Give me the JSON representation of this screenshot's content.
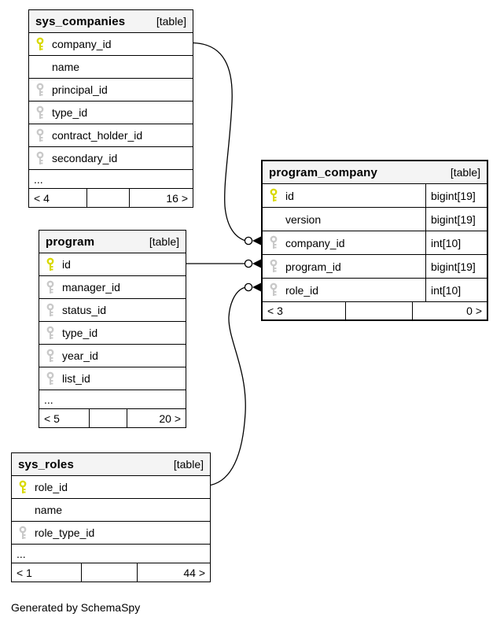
{
  "diagram": {
    "generator_note": "Generated by SchemaSpy"
  },
  "colors": {
    "primary_key_icon": "#d9d900",
    "foreign_key_icon": "#c9c9c9",
    "header_bg": "#f4f4f4",
    "border": "#000000"
  },
  "icons": {
    "primary_key": "primary-key-icon",
    "foreign_key": "foreign-key-icon"
  },
  "tables": {
    "sys_companies": {
      "name": "sys_companies",
      "badge": "[table]",
      "columns": [
        {
          "name": "company_id",
          "key": "primary"
        },
        {
          "name": "name",
          "key": "none"
        },
        {
          "name": "principal_id",
          "key": "foreign"
        },
        {
          "name": "type_id",
          "key": "foreign"
        },
        {
          "name": "contract_holder_id",
          "key": "foreign"
        },
        {
          "name": "secondary_id",
          "key": "foreign"
        }
      ],
      "ellipsis": "...",
      "footer": {
        "left": "< 4",
        "middle": "",
        "right": "16 >"
      }
    },
    "program": {
      "name": "program",
      "badge": "[table]",
      "columns": [
        {
          "name": "id",
          "key": "primary"
        },
        {
          "name": "manager_id",
          "key": "foreign"
        },
        {
          "name": "status_id",
          "key": "foreign"
        },
        {
          "name": "type_id",
          "key": "foreign"
        },
        {
          "name": "year_id",
          "key": "foreign"
        },
        {
          "name": "list_id",
          "key": "foreign"
        }
      ],
      "ellipsis": "...",
      "footer": {
        "left": "< 5",
        "middle": "",
        "right": "20 >"
      }
    },
    "sys_roles": {
      "name": "sys_roles",
      "badge": "[table]",
      "columns": [
        {
          "name": "role_id",
          "key": "primary"
        },
        {
          "name": "name",
          "key": "none"
        },
        {
          "name": "role_type_id",
          "key": "foreign"
        }
      ],
      "ellipsis": "...",
      "footer": {
        "left": "< 1",
        "middle": "",
        "right": "44 >"
      }
    },
    "program_company": {
      "name": "program_company",
      "badge": "[table]",
      "columns": [
        {
          "name": "id",
          "type": "bigint[19]",
          "key": "primary"
        },
        {
          "name": "version",
          "type": "bigint[19]",
          "key": "none"
        },
        {
          "name": "company_id",
          "type": "int[10]",
          "key": "foreign"
        },
        {
          "name": "program_id",
          "type": "bigint[19]",
          "key": "foreign"
        },
        {
          "name": "role_id",
          "type": "int[10]",
          "key": "foreign"
        }
      ],
      "footer": {
        "left": "< 3",
        "middle": "",
        "right": "0 >"
      }
    }
  },
  "relationships": [
    {
      "from": "sys_companies.company_id",
      "to": "program_company.company_id"
    },
    {
      "from": "program.id",
      "to": "program_company.program_id"
    },
    {
      "from": "sys_roles.role_id",
      "to": "program_company.role_id"
    }
  ]
}
